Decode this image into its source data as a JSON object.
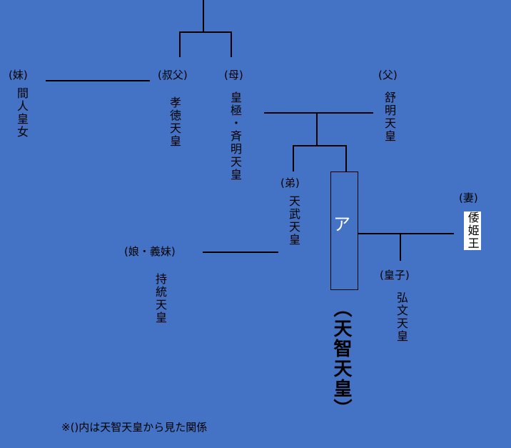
{
  "diagram": {
    "box_label": "ア",
    "center_name": "（天智天皇）",
    "people": {
      "sister": {
        "relation": "(妹)",
        "name": "間人皇女"
      },
      "uncle": {
        "relation": "(叔父)",
        "name": "孝徳天皇"
      },
      "mother": {
        "relation": "(母)",
        "name": "皇極・斉明天皇"
      },
      "father": {
        "relation": "(父)",
        "name": "舒明天皇"
      },
      "brother": {
        "relation": "(弟)",
        "name": "天武天皇"
      },
      "daughter": {
        "relation": "(娘・義妹)",
        "name": "持統天皇"
      },
      "son": {
        "relation": "(皇子)",
        "name": "弘文天皇"
      },
      "wife": {
        "relation": "(妻)",
        "name": "倭姫王"
      }
    },
    "note": "※()内は天智天皇から見た関係"
  }
}
